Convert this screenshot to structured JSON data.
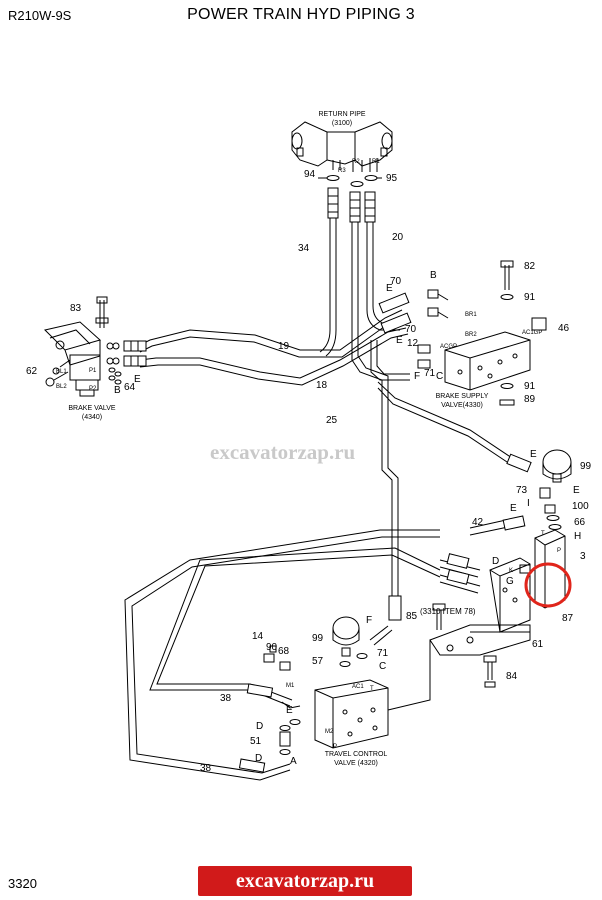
{
  "header": {
    "model": "R210W-9S",
    "title": "POWER TRAIN HYD PIPING 3",
    "page_number": "3320"
  },
  "watermarks": {
    "middle": "excavatorzap.ru",
    "bottom": "excavatorzap.ru"
  },
  "components": {
    "return_pipe": [
      "RETURN PIPE",
      "(3100)"
    ],
    "brake_valve": [
      "BRAKE VALVE",
      "(4340)"
    ],
    "brake_supply_valve": [
      "BRAKE SUPPLY",
      "VALVE(4330)"
    ],
    "travel_control_valve": [
      "TRAVEL CONTROL",
      "VALVE (4320)"
    ],
    "item_ref": "(3310 ITEM 78)"
  },
  "part_numbers": [
    {
      "id": "p94",
      "text": "94"
    },
    {
      "id": "p95",
      "text": "95"
    },
    {
      "id": "p34",
      "text": "34"
    },
    {
      "id": "p20",
      "text": "20"
    },
    {
      "id": "p82",
      "text": "82"
    },
    {
      "id": "p91a",
      "text": "91"
    },
    {
      "id": "p46",
      "text": "46"
    },
    {
      "id": "p70a",
      "text": "70"
    },
    {
      "id": "pBa",
      "text": "B"
    },
    {
      "id": "pEa",
      "text": "E"
    },
    {
      "id": "p70b",
      "text": "70"
    },
    {
      "id": "p12",
      "text": "12"
    },
    {
      "id": "pEb",
      "text": "E"
    },
    {
      "id": "pF",
      "text": "F"
    },
    {
      "id": "p71a",
      "text": "71"
    },
    {
      "id": "pC",
      "text": "C"
    },
    {
      "id": "p91b",
      "text": "91"
    },
    {
      "id": "p89",
      "text": "89"
    },
    {
      "id": "p83",
      "text": "83"
    },
    {
      "id": "p19",
      "text": "19"
    },
    {
      "id": "p18",
      "text": "18"
    },
    {
      "id": "p62",
      "text": "62"
    },
    {
      "id": "pBb",
      "text": "B"
    },
    {
      "id": "p64",
      "text": "64"
    },
    {
      "id": "pEc",
      "text": "E"
    },
    {
      "id": "p25",
      "text": "25"
    },
    {
      "id": "pEd",
      "text": "E"
    },
    {
      "id": "p99a",
      "text": "99"
    },
    {
      "id": "p73",
      "text": "73"
    },
    {
      "id": "pEe",
      "text": "E"
    },
    {
      "id": "pI",
      "text": "I"
    },
    {
      "id": "p100",
      "text": "100"
    },
    {
      "id": "pEf",
      "text": "E"
    },
    {
      "id": "p66",
      "text": "66"
    },
    {
      "id": "pH",
      "text": "H"
    },
    {
      "id": "p42",
      "text": "42"
    },
    {
      "id": "p3",
      "text": "3"
    },
    {
      "id": "pD",
      "text": "D"
    },
    {
      "id": "pG",
      "text": "G"
    },
    {
      "id": "p87",
      "text": "87"
    },
    {
      "id": "p85",
      "text": "85"
    },
    {
      "id": "p61",
      "text": "61"
    },
    {
      "id": "p14",
      "text": "14"
    },
    {
      "id": "p90",
      "text": "90"
    },
    {
      "id": "p68",
      "text": "68"
    },
    {
      "id": "p99b",
      "text": "99"
    },
    {
      "id": "pFb",
      "text": "F"
    },
    {
      "id": "p57",
      "text": "57"
    },
    {
      "id": "p71b",
      "text": "71"
    },
    {
      "id": "pCb",
      "text": "C"
    },
    {
      "id": "p84",
      "text": "84"
    },
    {
      "id": "p38a",
      "text": "38"
    },
    {
      "id": "pEg",
      "text": "E"
    },
    {
      "id": "pDb",
      "text": "D"
    },
    {
      "id": "p51",
      "text": "51"
    },
    {
      "id": "pDc",
      "text": "D"
    },
    {
      "id": "pA",
      "text": "A"
    },
    {
      "id": "p38b",
      "text": "38"
    }
  ],
  "port_labels": {
    "r3": "R3",
    "r2": "R2",
    "r1": "R1",
    "br1": "BR1",
    "br2": "BR2",
    "acgp": "ACGP",
    "ac1gp": "AC1GP",
    "bl1": "BL1",
    "bl2": "BL2",
    "p1": "P1",
    "p2": "P2",
    "t": "T",
    "p": "P",
    "k": "K",
    "m1": "M1",
    "m2": "M2",
    "ac1": "AC1",
    "t2": "T",
    "p3": "P"
  },
  "highlight": {
    "shape": "circle",
    "color": "#e0251b"
  }
}
